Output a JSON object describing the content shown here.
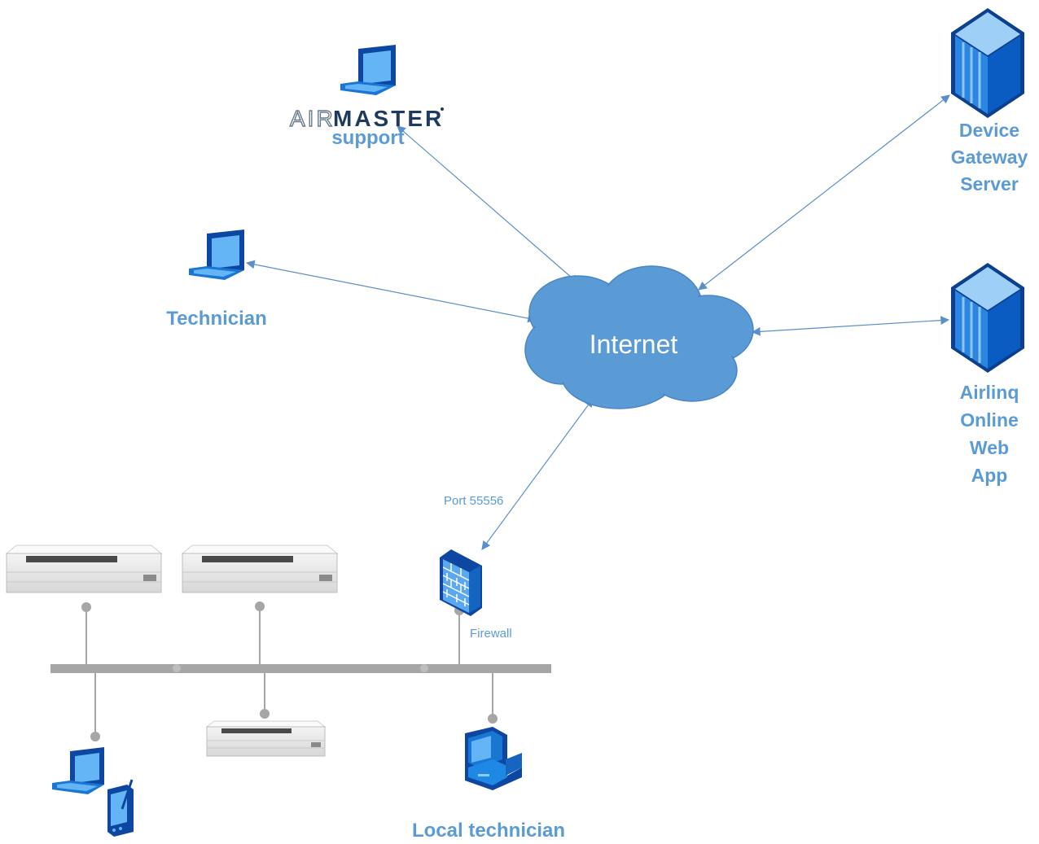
{
  "nodes": {
    "support": {
      "brand_air": "AIR",
      "brand_master": "MASTER",
      "label": "support"
    },
    "technician": {
      "label": "Technician"
    },
    "internet": {
      "label": "Internet"
    },
    "device_gateway": {
      "lines": [
        "Device",
        "Gateway",
        "Server"
      ]
    },
    "airlinq_online": {
      "lines": [
        "Airlinq",
        "Online",
        "Web",
        "App"
      ]
    },
    "firewall": {
      "label": "Firewall",
      "port_label": "Port 55556"
    },
    "local_technician": {
      "label": "Local technician"
    }
  },
  "colors": {
    "label_blue": "#5b9bd5",
    "cloud_fill": "#5b9bd5",
    "arrow_line": "#5b8fc9",
    "bus_gray": "#a6a6a6",
    "icon_blue": "#1565c0",
    "icon_light": "#6fb3f0",
    "brand_navy": "#1f3a5f"
  }
}
